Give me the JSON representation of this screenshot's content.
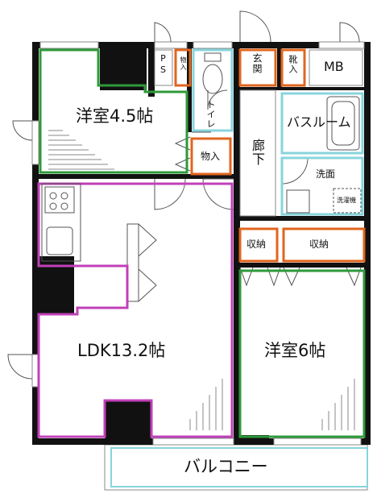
{
  "rooms": {
    "western_room_small": "洋室4.5帖",
    "ldk": "LDK13.2帖",
    "western_room_large": "洋室6帖",
    "balcony": "バルコニー",
    "bathroom": "バスルーム",
    "washroom": "洗面",
    "washing_machine": "洗濯機",
    "hallway": "廊下",
    "entrance": "玄関",
    "shoe_storage": "靴入",
    "meter_box": "MB",
    "pipe_space": "PS",
    "toilet": "トイレ",
    "closet_toilet": "物入",
    "closet_hall": "物入",
    "storage_left": "収納",
    "storage_right": "収納"
  },
  "colors": {
    "wall": "#111111",
    "green_outline": "#2e9a3a",
    "magenta_outline": "#c040b8",
    "orange_outline": "#e0651e",
    "light_blue_outline": "#88d4dc",
    "hatch": "#888888"
  }
}
